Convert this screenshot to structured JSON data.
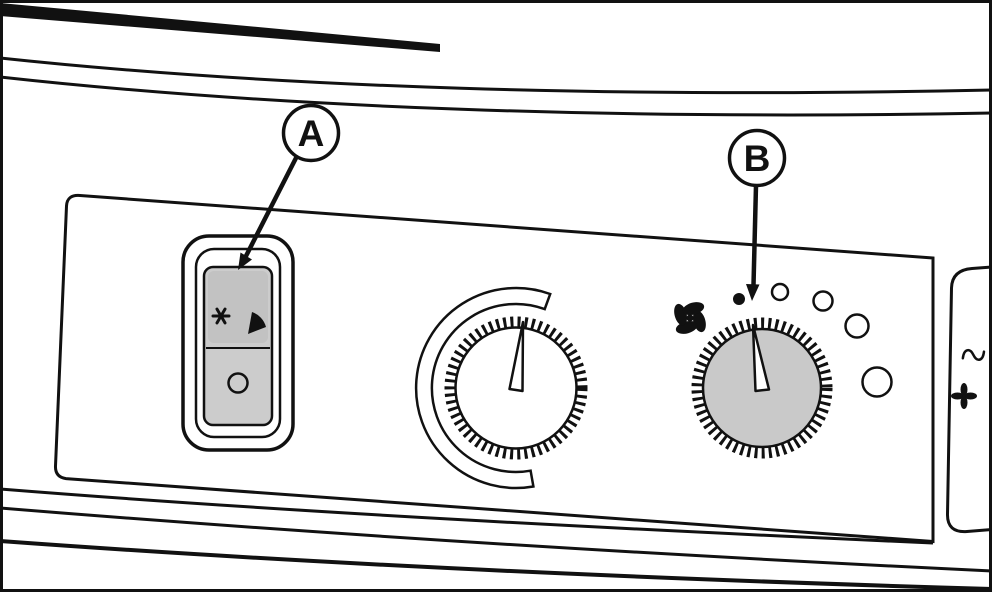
{
  "diagram": {
    "callout_a": "A",
    "callout_b": "B"
  },
  "colors": {
    "line": "#111111",
    "background": "#ffffff",
    "knob_fill": "#c9c9c9",
    "rocker_fill": "#cccccc",
    "rocker_top_fill": "#c2c2c2"
  },
  "icons": {
    "switch_left": "washer-spray-icon",
    "switch_right": "wiper-icon",
    "switch_lower": "off-position-circle",
    "beside_knob_b": "fan-icon",
    "side_panel": "airflow-icon"
  }
}
